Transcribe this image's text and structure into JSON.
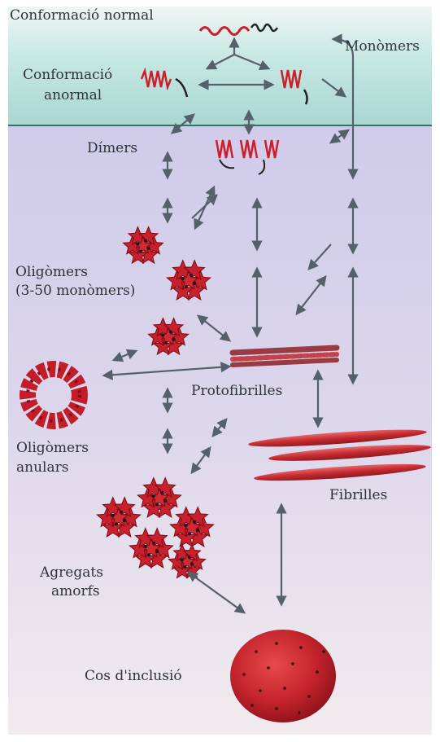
{
  "labels": {
    "conformacio_normal": "Conformació normal",
    "monomers": "Monòmers",
    "conformacio_anormal_1": "Conformació",
    "conformacio_anormal_2": "anormal",
    "dimers": "Dímers",
    "oligomers_1": "Oligòmers",
    "oligomers_2": "(3-50 monòmers)",
    "protofibrilles": "Protofibrilles",
    "oligomers_anulars_1": "Oligòmers",
    "oligomers_anulars_2": "anulars",
    "fibrilles": "Fibrilles",
    "agregats_1": "Agregats",
    "agregats_2": "amorfs",
    "cos_inclusio": "Cos d'inclusió"
  },
  "colors": {
    "top_band": "#cfeae6",
    "bottom_band_start": "#d3d0ec",
    "bottom_band_end": "#ebe4ec",
    "divider": "#3e6b71",
    "protein_red": "#cc1f2b",
    "arrow": "#56606a"
  }
}
